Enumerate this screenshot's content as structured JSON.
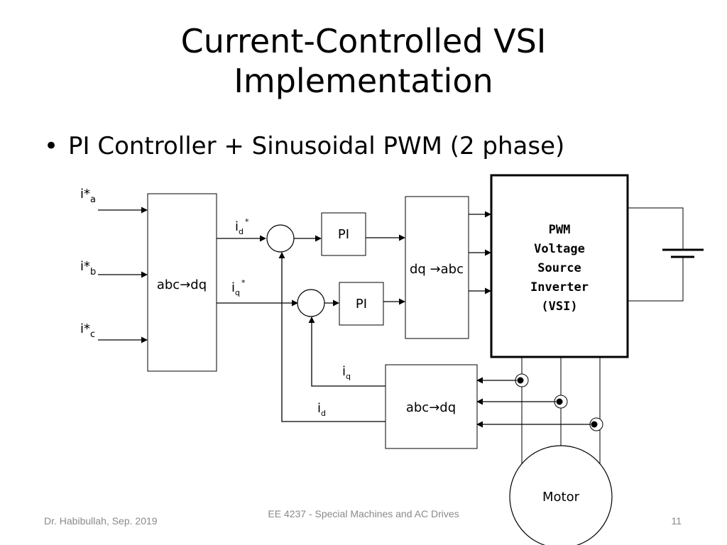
{
  "slide": {
    "title_line1": "Current-Controlled VSI",
    "title_line2": "Implementation",
    "bullet": "PI Controller + Sinusoidal PWM (2 phase)"
  },
  "diagram": {
    "inputs": {
      "ia": "i*",
      "ia_sub": "a",
      "ib": "i*",
      "ib_sub": "b",
      "ic": "i*",
      "ic_sub": "c"
    },
    "abc_dq_block": "abc→dq",
    "id_ref": "i",
    "id_ref_sub": "d",
    "id_ref_sup": "*",
    "iq_ref": "i",
    "iq_ref_sub": "q",
    "iq_ref_sup": "*",
    "pi_top": "PI",
    "pi_bottom": "PI",
    "dq_abc_block": "dq →abc",
    "vsi_line1": "PWM",
    "vsi_line2": "Voltage",
    "vsi_line3": "Source",
    "vsi_line4": "Inverter",
    "vsi_line5": "(VSI)",
    "feedback_block": "abc→dq",
    "iq_fb": "i",
    "iq_fb_sub": "q",
    "id_fb": "i",
    "id_fb_sub": "d",
    "motor": "Motor"
  },
  "footer": {
    "author": "Dr. Habibullah, Sep. 2019",
    "course": "EE 4237 - Special Machines and AC Drives",
    "page_number": "11"
  }
}
